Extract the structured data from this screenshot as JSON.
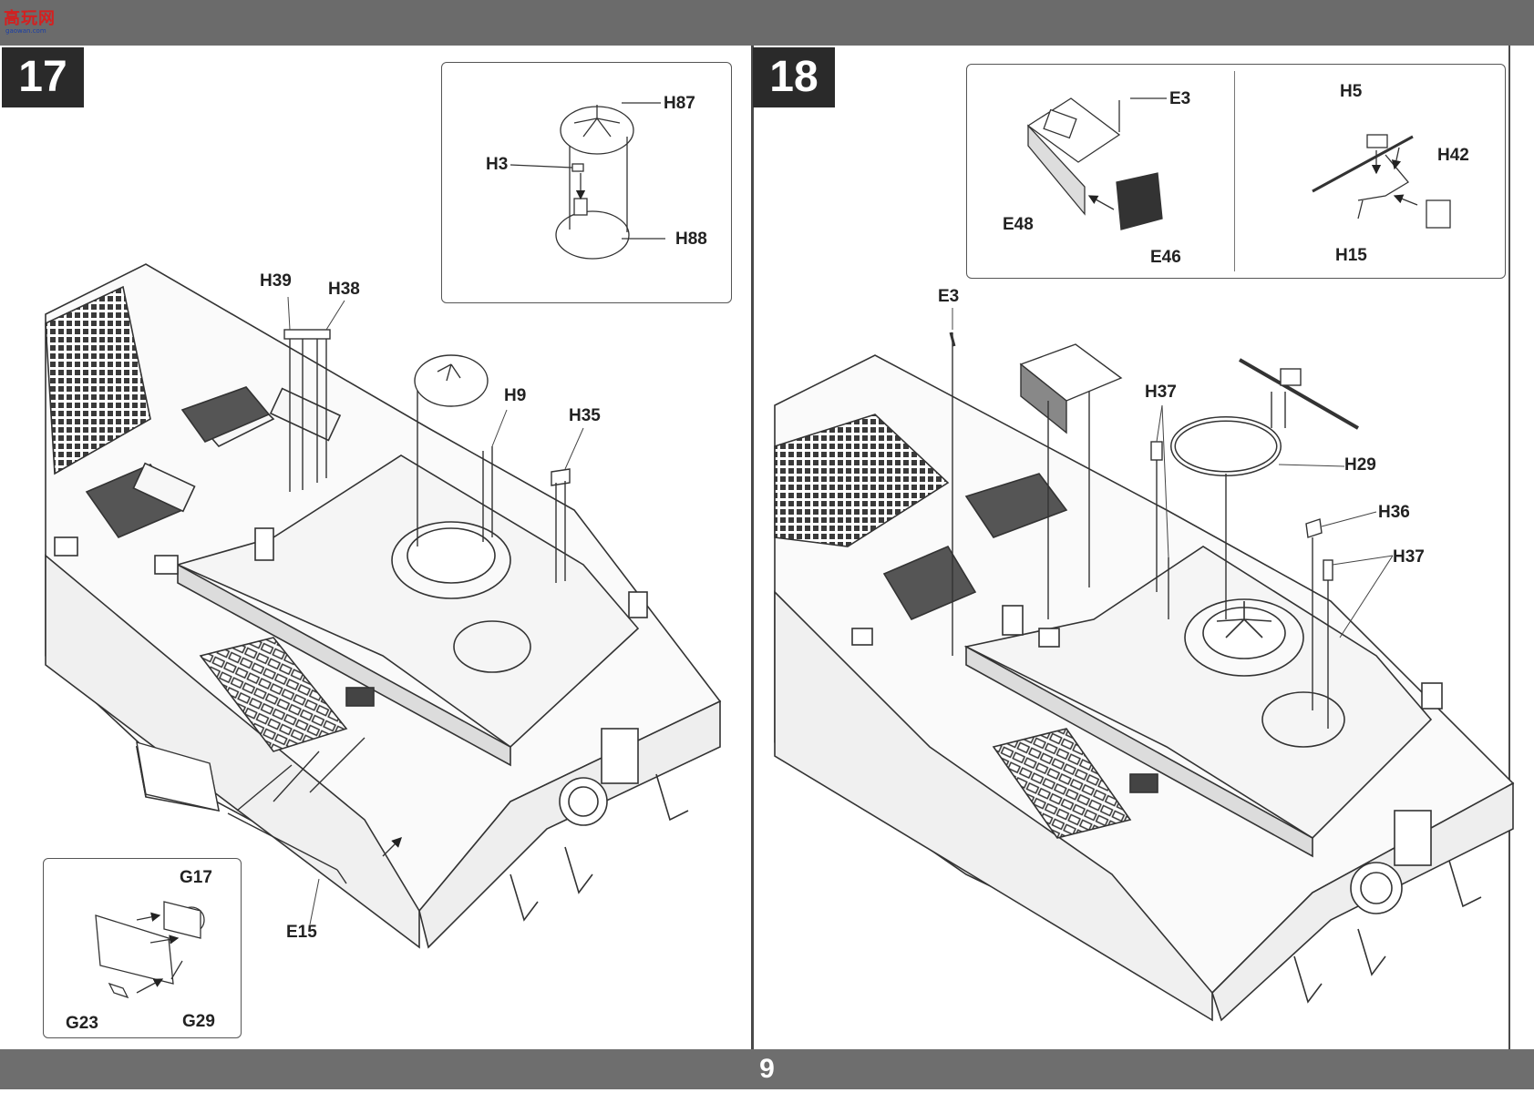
{
  "logo": {
    "main": "高玩网",
    "sub": "gaowan.com"
  },
  "page_number": "9",
  "steps": [
    {
      "number": "17",
      "labels": {
        "H87": "H87",
        "H3": "H3",
        "H88": "H88",
        "H39": "H39",
        "H38": "H38",
        "H9": "H9",
        "H35": "H35",
        "E15": "E15",
        "G17": "G17",
        "G23": "G23",
        "G29": "G29"
      }
    },
    {
      "number": "18",
      "labels": {
        "E3_inset": "E3",
        "E48": "E48",
        "E46": "E46",
        "H5": "H5",
        "H42": "H42",
        "H15": "H15",
        "E3": "E3",
        "H37_top": "H37",
        "H29": "H29",
        "H36": "H36",
        "H37_right": "H37"
      }
    }
  ]
}
